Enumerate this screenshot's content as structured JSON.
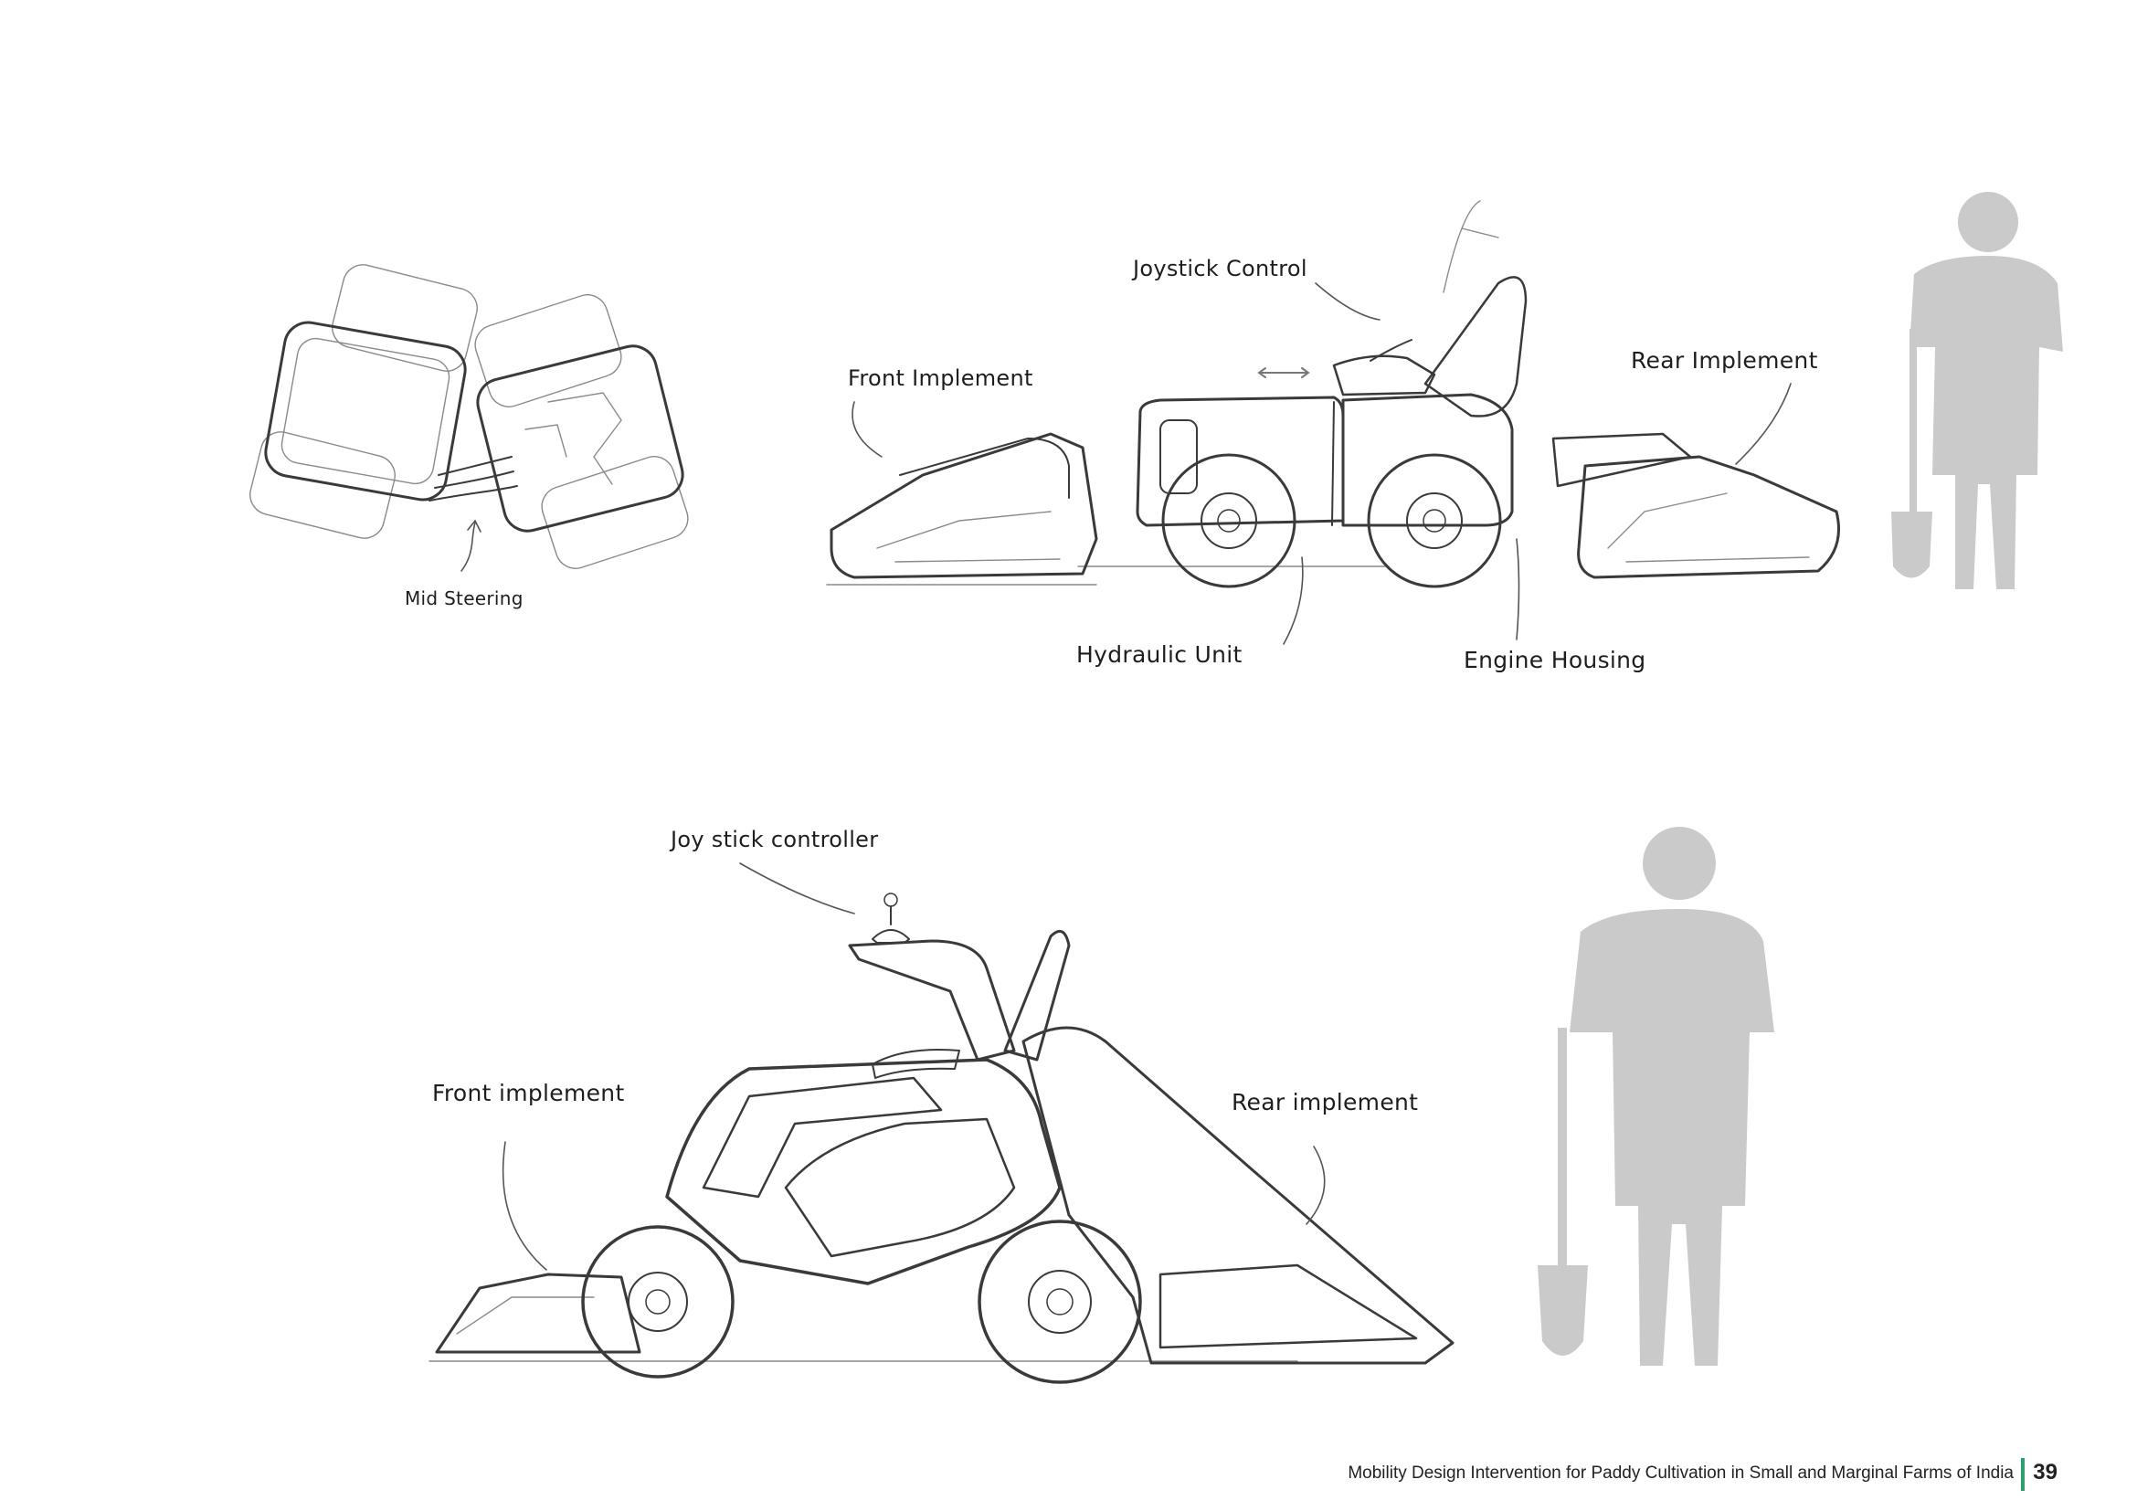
{
  "labels": {
    "mid_steering": "Mid Steering",
    "joystick_control": "Joystick Control",
    "front_implement_top": "Front Implement",
    "rear_implement_top": "Rear Implement",
    "hydraulic_unit": "Hydraulic Unit",
    "engine_housing": "Engine Housing",
    "joy_stick_controller": "Joy stick controller",
    "front_implement_bottom": "Front implement",
    "rear_implement_bottom": "Rear implement"
  },
  "footer": {
    "title": "Mobility Design Intervention for Paddy Cultivation in Small and Marginal Farms of India",
    "page_number": "39"
  },
  "colors": {
    "silhouette": "#c9cac9",
    "ink": "#3a3a3a",
    "accent": "#2f9e6e"
  }
}
